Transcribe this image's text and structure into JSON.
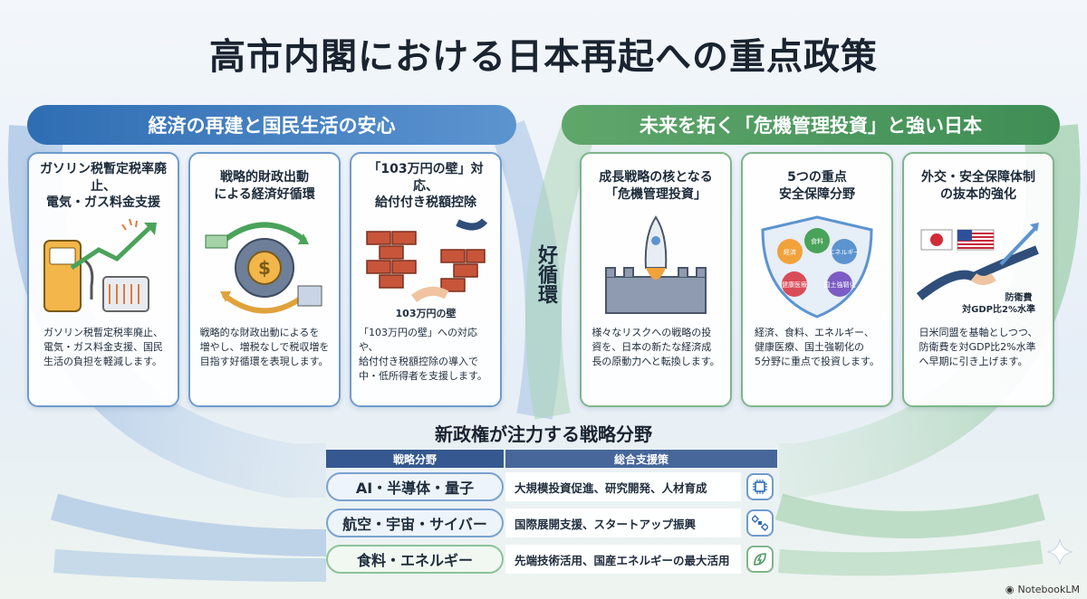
{
  "title": "高市内閣における日本再起への重点政策",
  "left_banner": "経済の再建と国民生活の安心",
  "right_banner": "未来を拓く「危機管理投資」と強い日本",
  "center_label": "好循環",
  "cards": [
    {
      "title": "ガソリン税暫定税率廃止、\n電気・ガス料金支援",
      "art_label": "",
      "desc": "ガソリン税暫定税率廃止、\n電気・ガス料金支援、国民\n生活の負担を軽減します。"
    },
    {
      "title": "戦略的財政出動\nによる経済好循環",
      "art_label": "",
      "desc": "戦略的な財政出動によるを\n増やし、増税なしで税収増を\n目指す好循環を表現します。"
    },
    {
      "title": "「103万円の壁」対応、\n給付付き税額控除",
      "art_label": "103万円の壁",
      "desc": "「103万円の壁」への対応や、\n給付付き税額控除の導入で\n中・低所得者を支援します。"
    },
    {
      "title": "成長戦略の核となる\n「危機管理投資」",
      "art_label": "",
      "desc": "様々なリスクへの戦略の投\n資を、日本の新たな経済成\n長の原動力へと転換します。"
    },
    {
      "title": "5つの重点\n安全保障分野",
      "art_labels": [
        "経済",
        "食料",
        "エネルギー",
        "健康医療",
        "国土強靭化"
      ],
      "desc": "経済、食料、エネルギー、\n健康医療、国土強靭化の\n5分野に重点で投資します。"
    },
    {
      "title": "外交・安全保障体制\nの抜本的強化",
      "art_label": "防衛費\n対GDP比2%水準",
      "desc": "日米同盟を基軸としつつ、\n防衛費を対GDP比2%水準\nへ早期に引き上げます。"
    }
  ],
  "bottom_title": "新政権が注力する戦略分野",
  "table_headers": [
    "戦略分野",
    "総合支援策"
  ],
  "table_rows": [
    {
      "field": "AI・半導体・量子",
      "measure": "大規模投資促進、研究開発、人材育成",
      "icon": "chip-icon"
    },
    {
      "field": "航空・宇宙・サイバー",
      "measure": "国際展開支援、スタートアップ振興",
      "icon": "satellite-icon"
    },
    {
      "field": "食料・エネルギー",
      "measure": "先端技術活用、国産エネルギーの最大活用",
      "icon": "energy-leaf-icon"
    }
  ],
  "brand": "NotebookLM",
  "colors": {
    "blue": "#2f6db3",
    "green": "#4f9a5f"
  }
}
